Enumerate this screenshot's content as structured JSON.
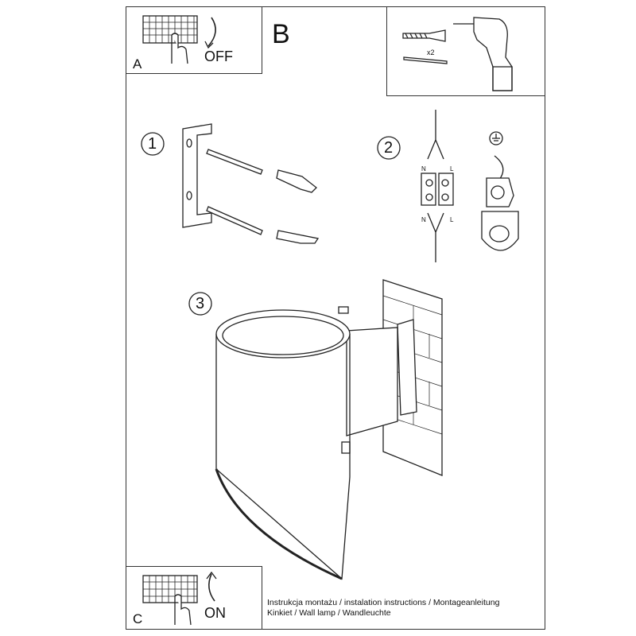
{
  "panels": {
    "a": {
      "letter": "A",
      "action": "OFF"
    },
    "b": {
      "letter": "B",
      "quantity": "x2"
    },
    "c": {
      "letter": "C",
      "action": "ON"
    }
  },
  "steps": [
    {
      "number": "1"
    },
    {
      "number": "2",
      "wire_labels": [
        "N",
        "L",
        "N",
        "L"
      ]
    },
    {
      "number": "3"
    }
  ],
  "caption": {
    "line1": "Instrukcja montażu / instalation instructions / Montageanleitung",
    "line2": "Kinkiet / Wall lamp / Wandleuchte"
  }
}
